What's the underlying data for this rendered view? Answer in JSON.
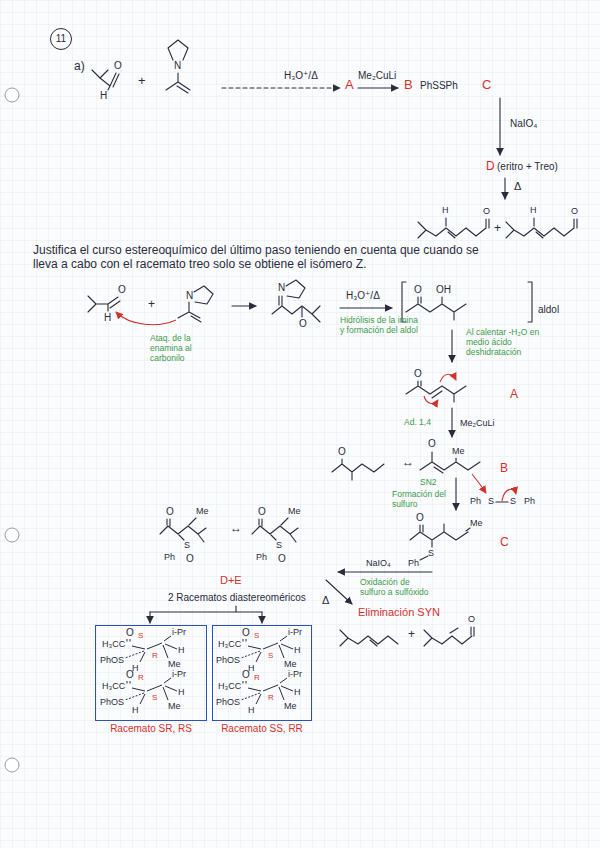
{
  "diagram": {
    "nodes": [
      {
        "text": [
          "11"
        ]
      },
      {
        "text": [
          "Racemato SR, RS"
        ]
      },
      {
        "text": [
          "Racemato SS, RR"
        ]
      }
    ],
    "labels": [
      "a)",
      "O",
      "H",
      "+",
      "N",
      "H₃O⁺/Δ",
      "A",
      "Me₂CuLi",
      "B",
      "PhSSPh",
      "C",
      "NaIO₄",
      "D",
      "(eritro + Treo)",
      "Δ",
      "H",
      "O",
      "+",
      "H",
      "O",
      "Justifica el curso estereoquímico del último paso teniendo en cuenta que cuando se lleva a cabo con el racemato treo solo se obtiene el isómero Z.",
      "O",
      "H",
      "+",
      "N",
      "Ataq. de la enamina al carbonilo",
      "N",
      "O",
      "H₃O⁺/Δ",
      "Hidrólisis de la imina y formación del aldol",
      "O",
      "OH",
      "aldol",
      "Al calentar -H₂O en medio ácido deshidratación",
      "O",
      "A",
      "Ad. 1,4",
      "Me₂CuLi",
      "O",
      "↔",
      "O",
      "Me",
      "B",
      "SN2",
      "Formación del sulfuro",
      "Ph",
      "S",
      "S",
      "Ph",
      "O",
      "Me",
      "S",
      "Ph",
      "C",
      "NaIO₄",
      "Oxidación de sulfuro a sulfóxido",
      "O",
      "Me",
      "S",
      "O",
      "Ph",
      "↔",
      "O",
      "Me",
      "S",
      "O",
      "Ph",
      "D+E",
      "2 Racematos diastereoméricos",
      "Δ",
      "Eliminación SYN",
      "+",
      "O",
      "O",
      "H₃CC",
      "i-Pr",
      "PhOS",
      "S",
      "R",
      "H",
      "H",
      "Me",
      "O",
      "H₃CC",
      "i-Pr",
      "PhOS",
      "R",
      "S",
      "H",
      "H",
      "Me",
      "O",
      "H₃CC",
      "i-Pr",
      "PhOS",
      "S",
      "S",
      "H",
      "H",
      "Me",
      "O",
      "H₃CC",
      "i-Pr",
      "PhOS",
      "R",
      "R",
      "H",
      "H",
      "Me"
    ]
  }
}
